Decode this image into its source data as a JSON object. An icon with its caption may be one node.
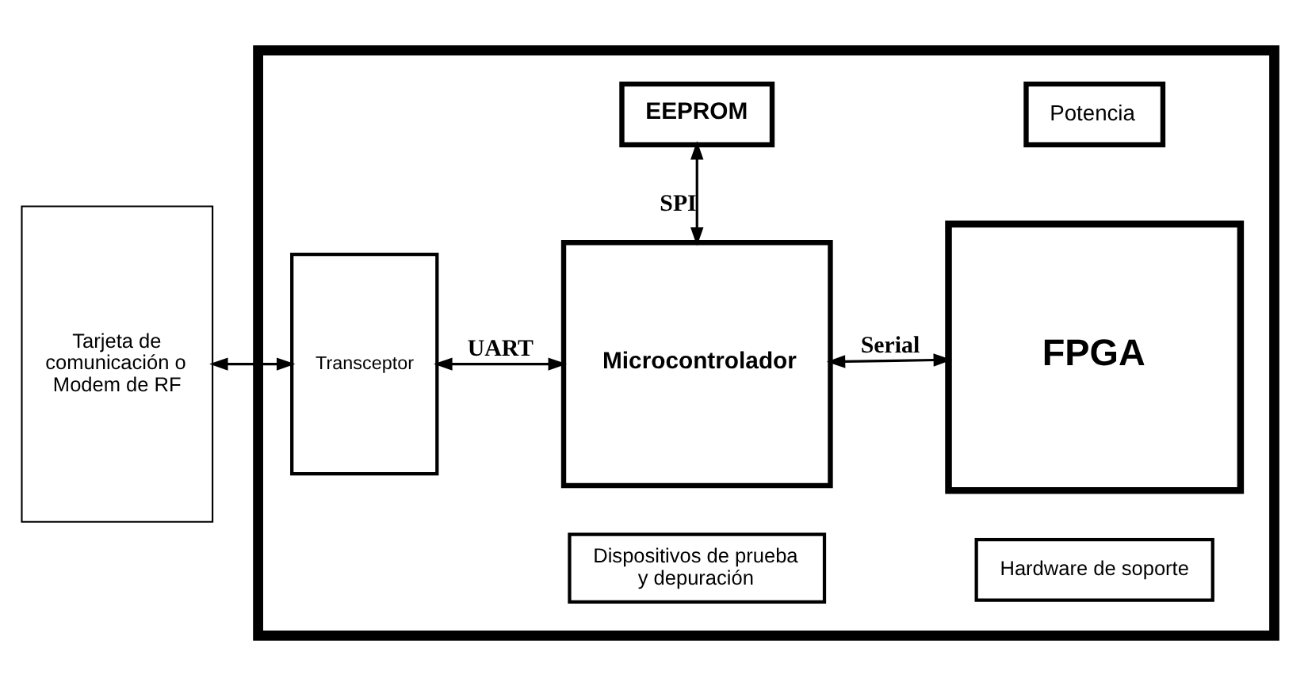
{
  "diagram": {
    "nodes": [
      {
        "text": [
          "Tarjeta de comunicación o Modem de RF"
        ]
      },
      {
        "text": [],
        "shape": "box"
      },
      {
        "text": [
          "EEPROM"
        ],
        "in": 1
      },
      {
        "text": [
          "Potencia"
        ],
        "in": 1
      },
      {
        "text": [
          "Transceptor"
        ],
        "in": 1
      },
      {
        "text": [
          "Microcontrolador"
        ],
        "in": 1
      },
      {
        "text": [
          "FPGA"
        ],
        "in": 1
      },
      {
        "text": [
          "Dispositivos de prueba y depuración"
        ],
        "in": 1
      },
      {
        "text": [
          "Hardware de soporte"
        ],
        "in": 1
      }
    ],
    "edges": [
      {
        "from": 0,
        "to": 4,
        "arrow": "both"
      },
      {
        "from": 4,
        "to": 5,
        "label": "UART",
        "arrow": "both"
      },
      {
        "from": 5,
        "to": 2,
        "label": "SPI",
        "arrow": "both"
      },
      {
        "from": 5,
        "to": 6,
        "label": "Serial",
        "arrow": "both"
      }
    ]
  }
}
